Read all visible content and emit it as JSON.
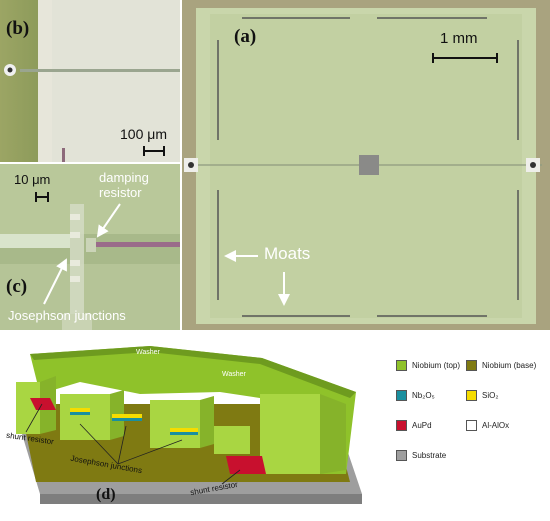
{
  "panels": {
    "a": {
      "label": "(a)",
      "scale": "1 mm",
      "moats": "Moats"
    },
    "b": {
      "label": "(b)",
      "scale": "100 μm"
    },
    "c": {
      "label": "(c)",
      "scale": "10 μm",
      "damping": "damping\nresistor",
      "jj": "Josephson junctions"
    },
    "d": {
      "label": "(d)",
      "washer_left": "Washer",
      "washer_right": "Washer",
      "shunt_left": "shunt resistor",
      "shunt_right": "shunt resistor",
      "jj": "Josephson junctions"
    }
  },
  "legend": [
    {
      "label": "Niobium (top)",
      "color": "#8fc22a"
    },
    {
      "label": "Niobium (base)",
      "color": "#7f7a12"
    },
    {
      "label": "Nb₂O₅",
      "color": "#1a8f9f"
    },
    {
      "label": "SiO₂",
      "color": "#f5dc00"
    },
    {
      "label": "AuPd",
      "color": "#c8102e"
    },
    {
      "label": "Al-AlOx",
      "color": "#ffffff"
    },
    {
      "label": "Substrate",
      "color": "#9e9e9e"
    }
  ]
}
